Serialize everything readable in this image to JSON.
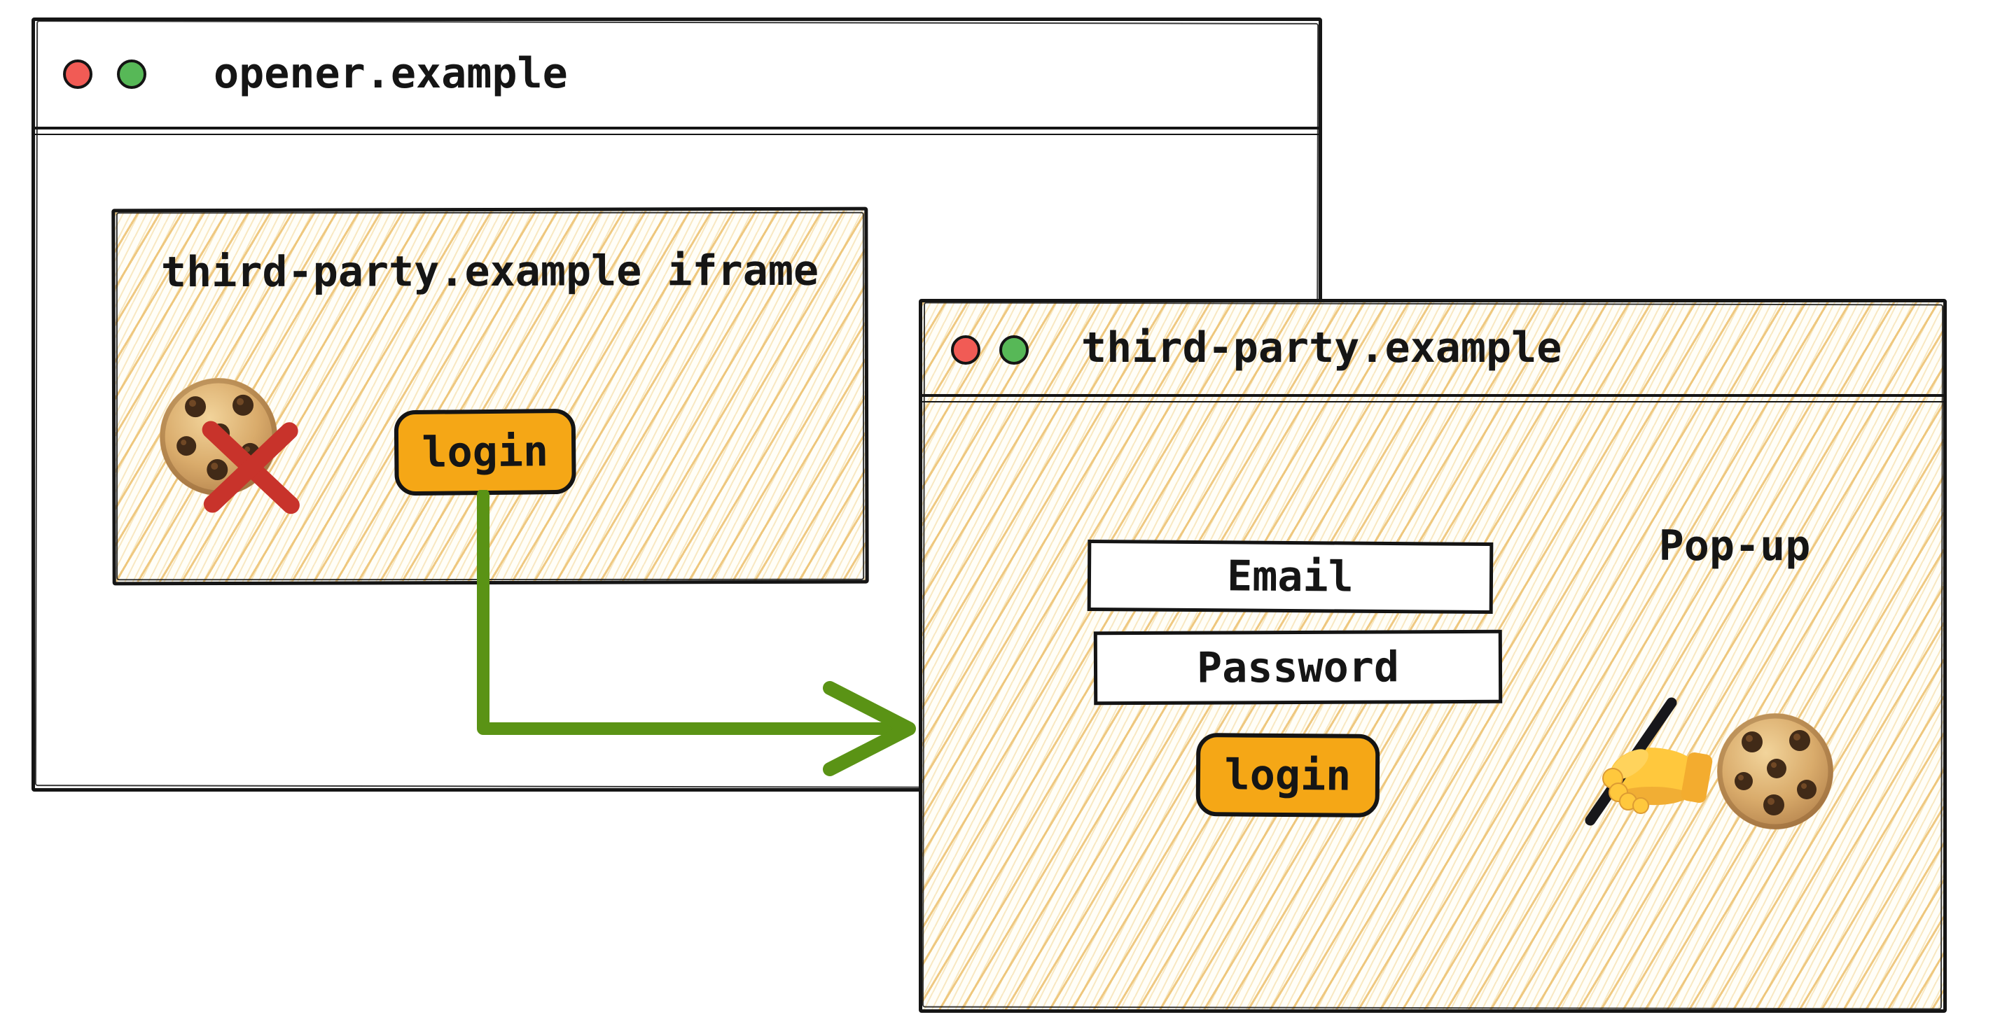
{
  "canvas": {
    "background": "#ffffff"
  },
  "colors": {
    "ink": "#151515",
    "accent_orange": "#F5A716",
    "arrow_green": "#5A9315",
    "blocked_red": "#C8332B",
    "traffic_red": "#F15B55",
    "traffic_green": "#57B857",
    "hatch_line": "#EEC06E"
  },
  "opener": {
    "title": "opener.example",
    "iframe": {
      "label": "third-party.example iframe",
      "login_label": "login"
    }
  },
  "popup": {
    "title": "third-party.example",
    "popup_label": "Pop-up",
    "email_label": "Email",
    "password_label": "Password",
    "login_label": "login"
  }
}
